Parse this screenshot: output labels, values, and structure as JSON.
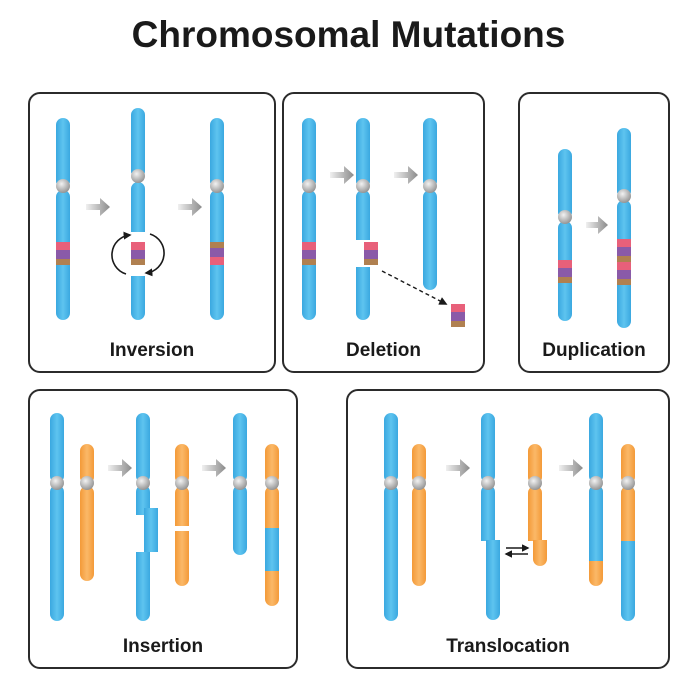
{
  "title": "Chromosomal Mutations",
  "colors": {
    "chromosome_blue": "#4fb8e8",
    "chromosome_orange": "#f8a84a",
    "centromere": "#b8b8b8",
    "band_pink": "#e8607a",
    "band_purple": "#8a5aa8",
    "band_brown": "#b08050",
    "arrow_gray": "#9a9a9a",
    "border": "#2b2b2b",
    "text": "#1a1a1a"
  },
  "panels": [
    {
      "id": "inversion",
      "label": "Inversion",
      "steps": 3,
      "description": "Band segment breaks, rotates 180° and reinserts in reverse order"
    },
    {
      "id": "deletion",
      "label": "Deletion",
      "steps": 3,
      "description": "Band segment breaks off and is lost"
    },
    {
      "id": "duplication",
      "label": "Duplication",
      "steps": 2,
      "description": "Band segment is repeated"
    },
    {
      "id": "insertion",
      "label": "Insertion",
      "steps": 3,
      "description": "Segment of blue chromosome is inserted into orange chromosome"
    },
    {
      "id": "translocation",
      "label": "Translocation",
      "steps": 3,
      "description": "Terminal segments are exchanged between blue and orange chromosomes"
    }
  ]
}
